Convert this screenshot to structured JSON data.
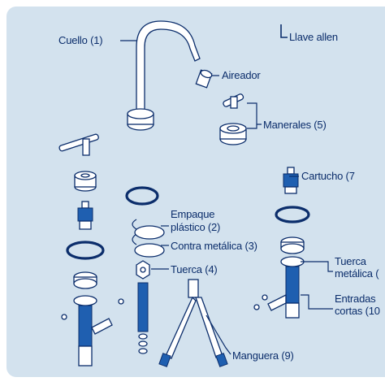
{
  "labels": {
    "cuello": "Cuello (1)",
    "llave_allen": "Llave allen",
    "aireador": "Aireador",
    "manerales": "Manerales (5)",
    "cartucho": "Cartucho (7",
    "empaque_line1": "Empaque",
    "empaque_line2": "plástico (2)",
    "contra_metalica": "Contra metálica (3)",
    "tuerca": "Tuerca (4)",
    "tuerca_metalica_line1": "Tuerca",
    "tuerca_metalica_line2": "metálica (",
    "entradas_line1": "Entradas",
    "entradas_line2": "cortas (10",
    "manguera": "Manguera (9)"
  }
}
